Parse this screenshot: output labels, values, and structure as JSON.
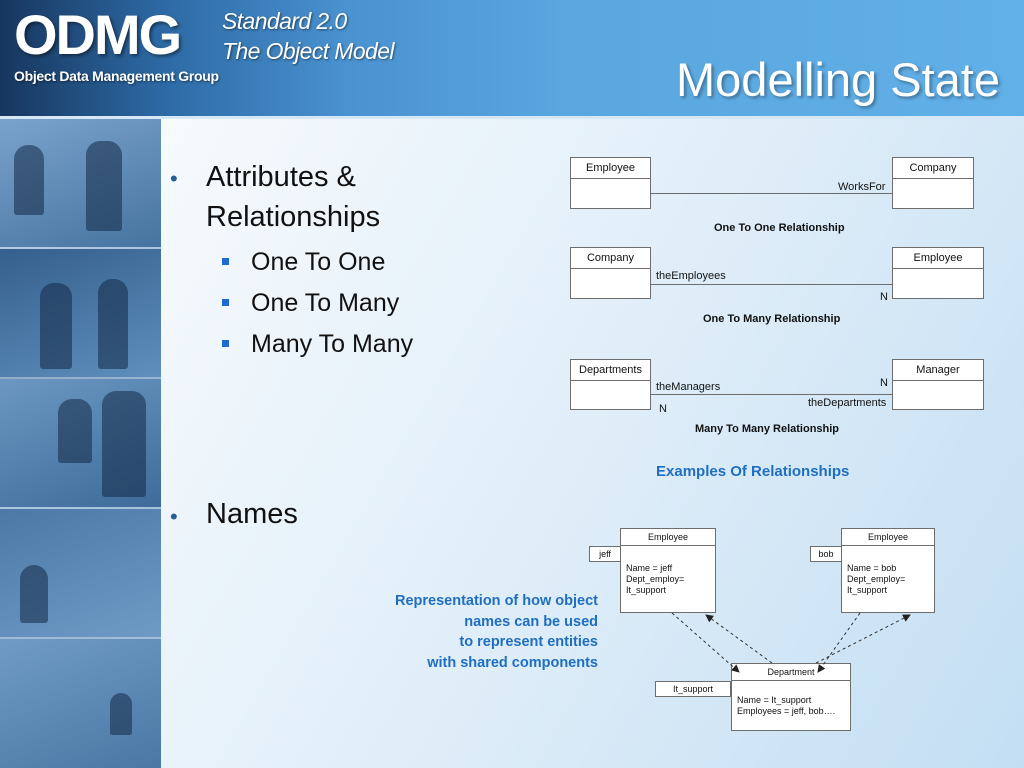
{
  "header": {
    "logo": "ODMG",
    "logo_subtitle": "Object Data Management Group",
    "standard_line1": "Standard 2.0",
    "standard_line2": "The Object Model",
    "slide_title": "Modelling State"
  },
  "bullets": {
    "attributes_line1": "Attributes &",
    "attributes_line2": "Relationships",
    "sub_items": [
      "One To One",
      "One To Many",
      "Many To Many"
    ],
    "names": "Names"
  },
  "diagram": {
    "one_to_one": {
      "left_box": "Employee",
      "right_box": "Company",
      "relation": "WorksFor",
      "caption": "One To One Relationship"
    },
    "one_to_many": {
      "left_box": "Company",
      "right_box": "Employee",
      "relation": "theEmployees",
      "cardinality": "N",
      "caption": "One To Many Relationship"
    },
    "many_to_many": {
      "left_box": "Departments",
      "right_box": "Manager",
      "relation_left": "theManagers",
      "relation_right": "theDepartments",
      "cardinality_right": "N",
      "cardinality_left": "N",
      "caption": "Many To Many Relationship"
    },
    "examples_caption": "Examples Of Relationships"
  },
  "names_diagram": {
    "jeff": {
      "tag": "jeff",
      "class": "Employee",
      "lines": [
        "Name = jeff",
        "Dept_employ=",
        "It_support"
      ]
    },
    "bob": {
      "tag": "bob",
      "class": "Employee",
      "lines": [
        "Name = bob",
        "Dept_employ=",
        "It_support"
      ]
    },
    "department": {
      "tag": "It_support",
      "class": "Department",
      "lines": [
        "Name = It_support",
        "Employees = jeff, bob…."
      ]
    },
    "description": [
      "Representation of how object",
      "names can be used",
      "to represent entities",
      "with shared components"
    ]
  },
  "colors": {
    "header_dark": "#17365e",
    "header_light": "#62b0e8",
    "accent_blue": "#1f6fc0",
    "bullet_square": "#1e6ad0"
  }
}
